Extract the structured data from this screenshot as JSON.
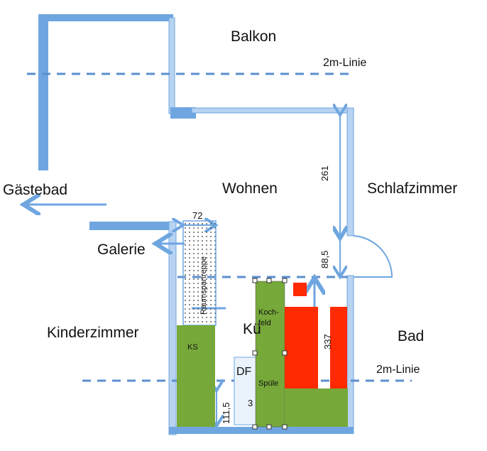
{
  "rooms": {
    "balkon": "Balkon",
    "gaestebad": "Gästebad",
    "wohnen": "Wohnen",
    "schlafzimmer": "Schlafzimmer",
    "galerie": "Galerie",
    "kinderzimmer": "Kinderzimmer",
    "bad": "Bad",
    "kueche": "Kü"
  },
  "lines": {
    "top_2m": "2m-Linie",
    "bottom_2m": "2m-Linie"
  },
  "dimensions": {
    "right_upper": "261",
    "right_lower": "88,5",
    "stair_width": "72",
    "kitchen_depth": "337",
    "bottom_left": "111,5",
    "bottom_mid": "3"
  },
  "fixtures": {
    "stair": "Raumspartreppe",
    "ks": "KS",
    "kochfeld_1": "Koch-",
    "kochfeld_2": "feld",
    "spuele": "Spüle",
    "dfl": "DF"
  },
  "colors": {
    "wall": "#6fa6e0",
    "wall_light": "#b7d3f1",
    "dash": "#5b8fcf",
    "green": "#76a83a",
    "red": "#ff2a00"
  }
}
